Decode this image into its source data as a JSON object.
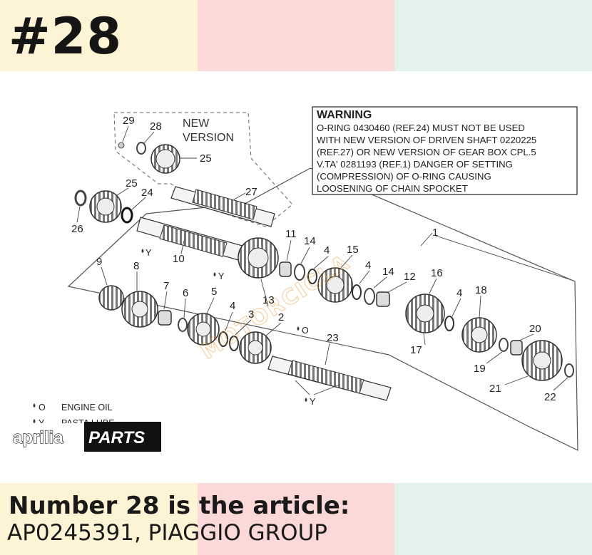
{
  "header": {
    "number": "#28"
  },
  "caption": {
    "line1": "Number 28 is the article:",
    "line2": "AP0245391, PIAGGIO GROUP"
  },
  "colors": {
    "yellow": "#fdf4d6",
    "pink": "#fad9d8",
    "mint": "#e3f2ec"
  },
  "diagram": {
    "warning_title": "WARNING",
    "warning_lines": [
      "O-RING 0430460 (REF.24) MUST NOT BE USED",
      "WITH NEW VERSION OF DRIVEN SHAFT 0220225",
      "(REF.27) OR NEW VERSION OF GEAR BOX CPL.5",
      "V.TA' 0281193 (REF.1) DANGER OF SETTING",
      "(COMPRESSION) OF O-RING CAUSING",
      "LOOSENING OF CHAIN SPOCKET"
    ],
    "new_version": [
      "NEW",
      "VERSION"
    ],
    "part_numbers": [
      "29",
      "28",
      "25",
      "27",
      "25",
      "24",
      "26",
      "10",
      "9",
      "8",
      "7",
      "6",
      "5",
      "4",
      "3",
      "13",
      "2",
      "11",
      "14",
      "4",
      "15",
      "1",
      "4",
      "14",
      "12",
      "16",
      "4",
      "18",
      "17",
      "20",
      "19",
      "21",
      "22",
      "23"
    ],
    "lube_y": "Y",
    "lube_o": "O",
    "legend_engine_oil": "ENGINE OIL",
    "legend_grease": "PASTA LUBE",
    "watermark": "MOTORCICLA",
    "logo_brand": "aprilia",
    "logo_parts": "PARTS"
  }
}
